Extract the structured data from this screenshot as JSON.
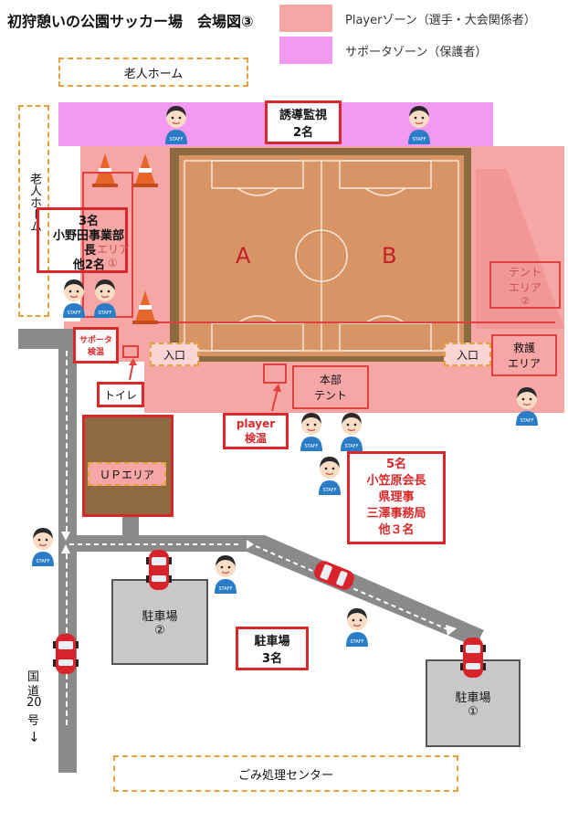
{
  "title": "初狩憩いの公園サッカー場　会場図③",
  "legend": {
    "player_zone": "Playerゾーン（選手・大会関係者）",
    "supporter_zone": "サポータゾーン（保護者）",
    "player_color": "#f7a6a6",
    "supporter_color": "#f29af2"
  },
  "labels": {
    "elderly_home_top": "老人ホーム",
    "elderly_home_side": "老人ホーム",
    "guidance_watch_1": "誘導監視",
    "guidance_watch_2": "2名",
    "onoda_1": "3名",
    "onoda_2": "小野田事業部",
    "onoda_3": "長",
    "onoda_area": "エリア",
    "onoda_area_num": "①",
    "onoda_4": "他2名",
    "field_a": "A",
    "field_b": "B",
    "tent_area_1": "テント",
    "tent_area_2": "エリア",
    "tent_area_3": "②",
    "entrance_left": "入口",
    "entrance_right": "入口",
    "rescue_1": "救護",
    "rescue_2": "エリア",
    "supporter_temp_1": "サポータ",
    "supporter_temp_2": "検温",
    "toilet": "トイレ",
    "hq_1": "本部",
    "hq_2": "テント",
    "player_temp_1": "player",
    "player_temp_2": "検温",
    "up_area": "ＵＰエリア",
    "ogasawara_1": "5名",
    "ogasawara_2": "小笠原会長",
    "ogasawara_3": "県理事",
    "ogasawara_4": "三澤事務局",
    "ogasawara_5": "他３名",
    "parking2_1": "駐車場",
    "parking2_2": "②",
    "parking3_1": "駐車場",
    "parking3_2": "3名",
    "parking1_1": "駐車場",
    "parking1_2": "①",
    "route20_1": "国",
    "route20_2": "道",
    "route20_3": "20",
    "route20_4": "号",
    "route20_arrow": "↓",
    "garbage_center": "ごみ処理センター",
    "staff_badge": "STAFF"
  }
}
